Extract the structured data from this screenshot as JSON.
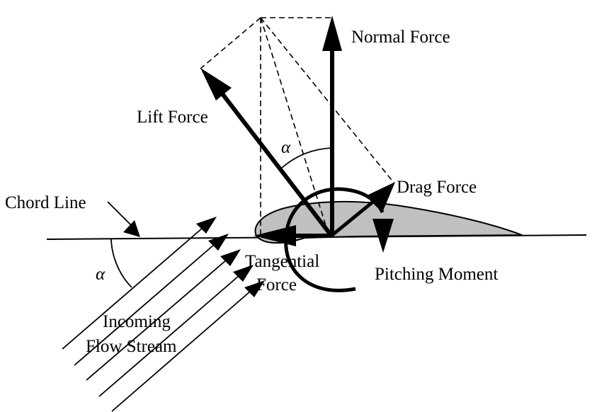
{
  "diagram": {
    "title": "Airfoil aerodynamic forces",
    "colors": {
      "stroke": "#000000",
      "airfoil_fill": "#c0c0c0",
      "background": "#ffffff"
    },
    "labels": {
      "normal_force": "Normal Force",
      "lift_force": "Lift Force",
      "drag_force": "Drag Force",
      "chord_line": "Chord Line",
      "tangential_line1": "Tangential",
      "tangential_line2": "Force",
      "pitching_moment": "Pitching Moment",
      "incoming_line1": "Incoming",
      "incoming_line2": "Flow Stream",
      "alpha_upper": "α",
      "alpha_lower": "α"
    },
    "elements": [
      "chord-line",
      "airfoil",
      "normal-force-arrow",
      "lift-force-arrow",
      "drag-force-arrow",
      "tangential-force-arrow",
      "pitching-moment-arrow",
      "force-parallelogram-dashed",
      "incoming-flow-arrows",
      "angle-of-attack-arcs"
    ],
    "flow_stream_arrow_count": 5
  }
}
